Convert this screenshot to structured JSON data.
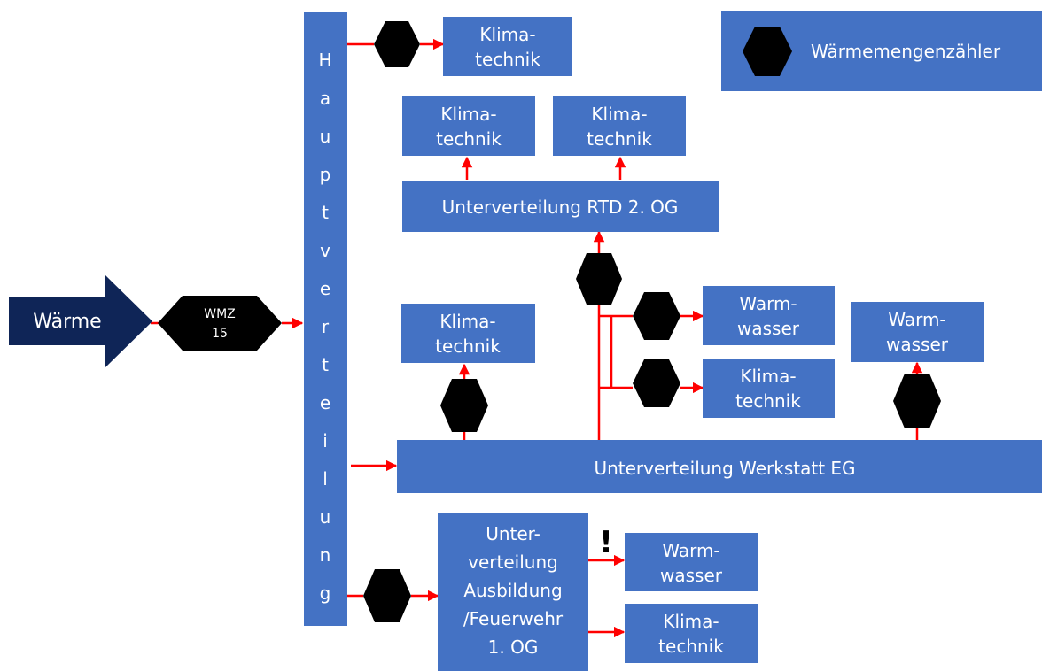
{
  "colors": {
    "box_fill": "#4472C4",
    "arrow_fill": "#0F2557",
    "meter_fill": "#000000",
    "connector": "#FF0000",
    "text": "#FFFFFF",
    "background": "#FFFFFF"
  },
  "legend": {
    "icon": "hexagon-meter-icon",
    "label": "Wärmemengenzähler"
  },
  "input": {
    "label": "Wärme",
    "meter": {
      "line1": "WMZ",
      "line2": "15"
    }
  },
  "main_distribution": {
    "label": "Hauptverteilung",
    "letters": [
      "H",
      "a",
      "u",
      "p",
      "t",
      "v",
      "e",
      "r",
      "t",
      "e",
      "i",
      "l",
      "u",
      "n",
      "g"
    ]
  },
  "top_branch": {
    "consumer": [
      "Klima-",
      "technik"
    ]
  },
  "rtd": {
    "label": "Unterverteilung RTD 2. OG",
    "consumer_left": [
      "Klima-",
      "technik"
    ],
    "consumer_right": [
      "Klima-",
      "technik"
    ]
  },
  "workshop": {
    "label": "Unterverteilung Werkstatt EG",
    "consumer_left": [
      "Klima-",
      "technik"
    ],
    "consumer_warm": [
      "Warm-",
      "wasser"
    ],
    "consumer_klima": [
      "Klima-",
      "technik"
    ],
    "consumer_right": [
      "Warm-",
      "wasser"
    ]
  },
  "training": {
    "label_lines": [
      "Unter-",
      "verteilung",
      "Ausbildung",
      "/Feuerwehr",
      "1. OG"
    ],
    "warning": "!",
    "consumer_warm": [
      "Warm-",
      "wasser"
    ],
    "consumer_klima": [
      "Klima-",
      "technik"
    ]
  }
}
